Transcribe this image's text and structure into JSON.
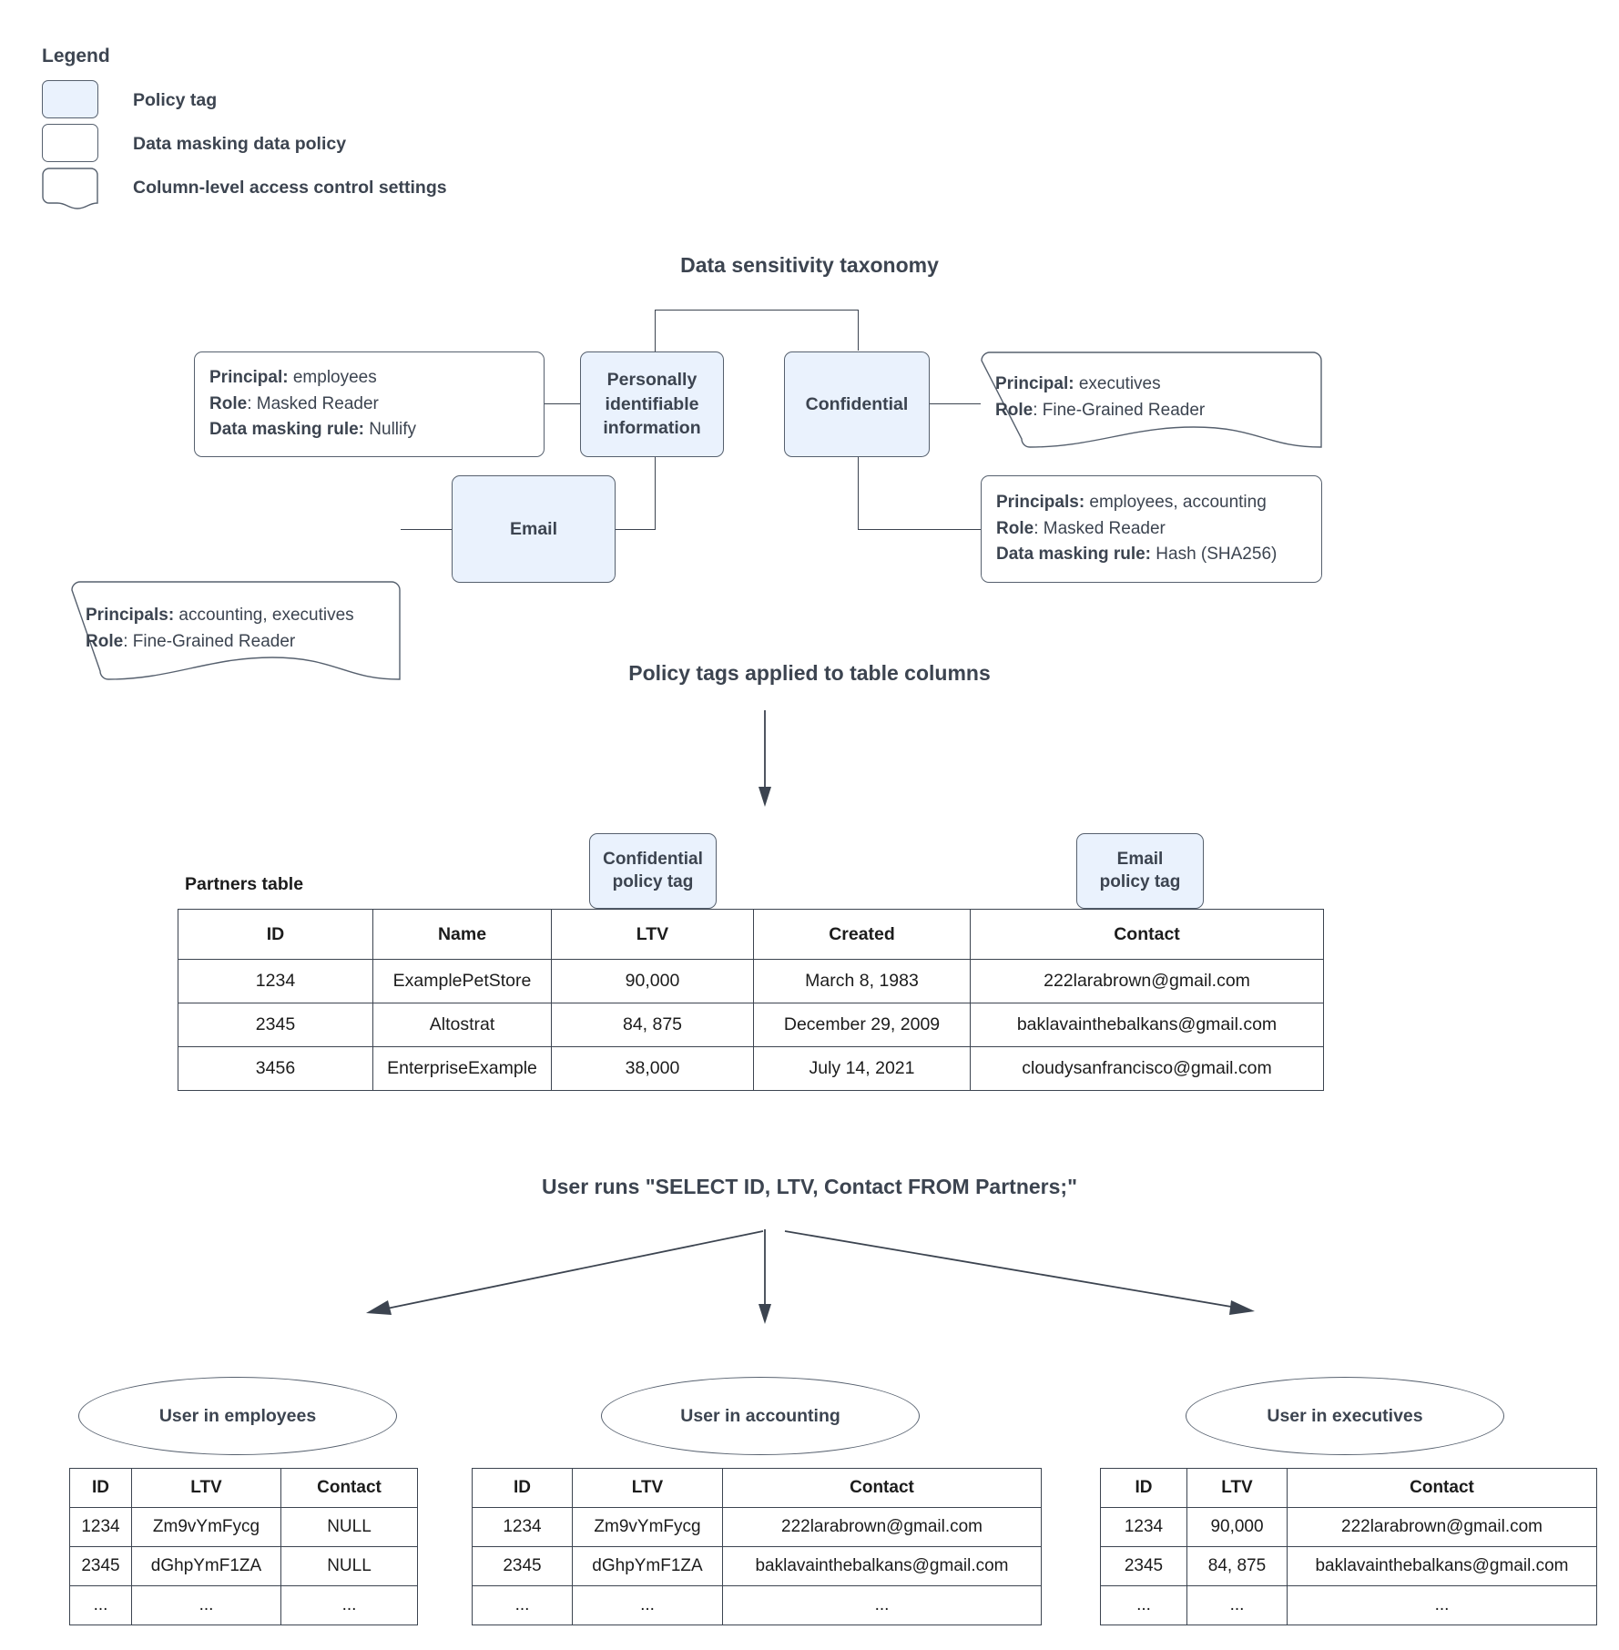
{
  "legend": {
    "title": "Legend",
    "items": [
      {
        "label": "Policy tag",
        "swatch": "policy-tag-swatch"
      },
      {
        "label": "Data masking data policy",
        "swatch": "data-masking-policy-swatch"
      },
      {
        "label": "Column-level access control settings",
        "swatch": "column-level-access-swatch"
      }
    ]
  },
  "taxonomy": {
    "title": "Data sensitivity taxonomy",
    "nodes": {
      "pii": "Personally identifiable information",
      "confidential": "Confidential",
      "email": "Email"
    },
    "callouts": {
      "pii_masking": {
        "lines": [
          {
            "key": "Principal:",
            "value": " employees"
          },
          {
            "key": "Role",
            "value": ": Masked Reader"
          },
          {
            "key": "Data masking rule:",
            "value": " Nullify"
          }
        ]
      },
      "email_access": {
        "lines": [
          {
            "key": "Principals:",
            "value": " accounting, executives"
          },
          {
            "key": "Role",
            "value": ": Fine-Grained Reader"
          }
        ]
      },
      "confidential_access": {
        "lines": [
          {
            "key": "Principal:",
            "value": " executives"
          },
          {
            "key": "Role",
            "value": ": Fine-Grained Reader"
          }
        ]
      },
      "confidential_masking": {
        "lines": [
          {
            "key": "Principals:",
            "value": " employees, accounting"
          },
          {
            "key": "Role",
            "value": ": Masked Reader"
          },
          {
            "key": "Data masking rule:",
            "value": " Hash (SHA256)"
          }
        ]
      }
    }
  },
  "applied": {
    "title": "Policy tags applied to table columns",
    "table_caption": "Partners table",
    "chips": [
      {
        "line1": "Confidential",
        "line2": "policy tag"
      },
      {
        "line1": "Email",
        "line2": "policy tag"
      }
    ],
    "partners": {
      "columns": [
        "ID",
        "Name",
        "LTV",
        "Created",
        "Contact"
      ],
      "rows": [
        [
          "1234",
          "ExamplePetStore",
          "90,000",
          "March 8, 1983",
          "222larabrown@gmail.com"
        ],
        [
          "2345",
          "Altostrat",
          "84, 875",
          "December 29, 2009",
          "baklavainthebalkans@gmail.com"
        ],
        [
          "3456",
          "EnterpriseExample",
          "38,000",
          "July 14, 2021",
          "cloudysanfrancisco@gmail.com"
        ]
      ]
    }
  },
  "query": {
    "title": "User runs \"SELECT ID, LTV, Contact FROM Partners;\""
  },
  "results": [
    {
      "role_label": "User in employees",
      "columns": [
        "ID",
        "LTV",
        "Contact"
      ],
      "rows": [
        [
          "1234",
          "Zm9vYmFycg",
          "NULL"
        ],
        [
          "2345",
          "dGhpYmF1ZA",
          "NULL"
        ],
        [
          "...",
          "...",
          "..."
        ]
      ]
    },
    {
      "role_label": "User in accounting",
      "columns": [
        "ID",
        "LTV",
        "Contact"
      ],
      "rows": [
        [
          "1234",
          "Zm9vYmFycg",
          "222larabrown@gmail.com"
        ],
        [
          "2345",
          "dGhpYmF1ZA",
          "baklavainthebalkans@gmail.com"
        ],
        [
          "...",
          "...",
          "..."
        ]
      ]
    },
    {
      "role_label": "User in executives",
      "columns": [
        "ID",
        "LTV",
        "Contact"
      ],
      "rows": [
        [
          "1234",
          "90,000",
          "222larabrown@gmail.com"
        ],
        [
          "2345",
          "84, 875",
          "baklavainthebalkans@gmail.com"
        ],
        [
          "...",
          "...",
          "..."
        ]
      ]
    }
  ],
  "colors": {
    "policy_tag_fill": "#eaf2fd",
    "stroke": "#56606e",
    "text": "#3c4450",
    "table_text": "#1c1c1c"
  }
}
